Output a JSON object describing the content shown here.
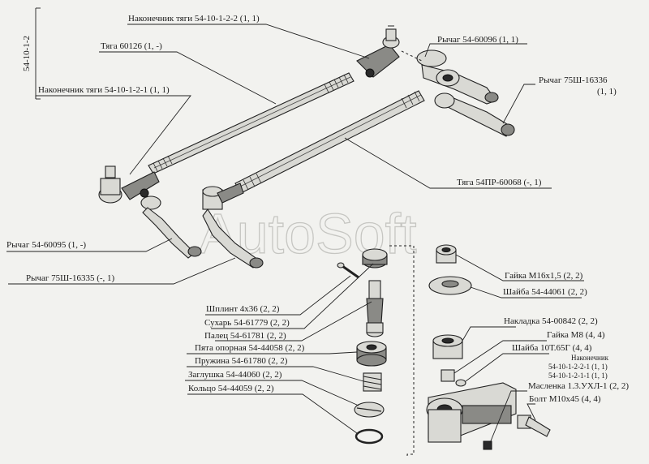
{
  "assembly_code": "54-10-1-2",
  "watermark": "AutoSoft",
  "labels": {
    "tip_2": "Наконечник тяги 54-10-1-2-2 (1, 1)",
    "rod_60126": "Тяга 60126 (1, -)",
    "tip_1": "Наконечник тяги 54-10-1-2-1 (1, 1)",
    "lever_60096": "Рычаг 54-60096 (1, 1)",
    "lever_16336_a": "Рычаг 75Ш-16336",
    "lever_16336_b": "(1, 1)",
    "rod_54pr": "Тяга 54ПР-60068 (-, 1)",
    "lever_60095": "Рычаг 54-60095 (1, -)",
    "lever_16335": "Рычаг 75Ш-16335 (-, 1)",
    "cotter": "Шплинт 4х36 (2, 2)",
    "cracker": "Сухарь 54-61779 (2, 2)",
    "pin": "Палец 54-61781 (2, 2)",
    "seat": "Пята опорная 54-44058 (2, 2)",
    "spring": "Пружина 54-61780 (2, 2)",
    "plug": "Заглушка 54-44060 (2, 2)",
    "ring": "Кольцо 54-44059 (2, 2)",
    "nut_m16": "Гайка М16х1,5 (2, 2)",
    "washer_44061": "Шайба 54-44061 (2, 2)",
    "pad": "Накладка 54-00842 (2, 2)",
    "nut_m8": "Гайка М8 (4, 4)",
    "washer_10t": "Шайба 10Т.65Г (4, 4)",
    "tip_hdr": "Наконечник",
    "tip_v2": "54-10-1-2-2-1 (1, 1)",
    "tip_v1": "54-10-1-2-1-1 (1, 1)",
    "oiler": "Масленка 1.3.УХЛ-1 (2, 2)",
    "bolt": "Болт М10х45 (4, 4)"
  }
}
